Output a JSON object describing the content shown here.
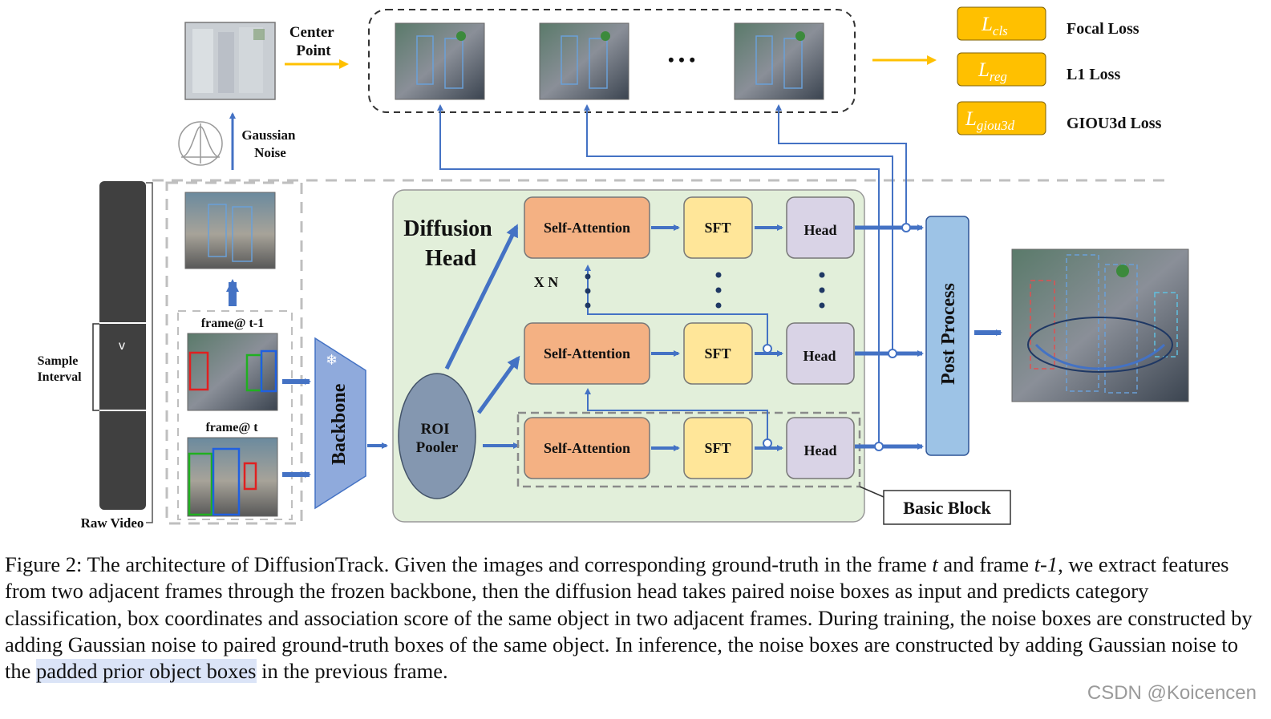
{
  "diagram": {
    "center_point_label": [
      "Center",
      "Point"
    ],
    "gaussian_noise_label": [
      "Gaussian",
      "Noise"
    ],
    "sample_interval_label": [
      "Sample",
      "Interval"
    ],
    "video_bar_marker": "v",
    "raw_video_label": "Raw Video",
    "frame_t1_label": "frame@ t-1",
    "frame_t_label": "frame@ t",
    "backbone_label": "Backbone",
    "diffusion_head_label": [
      "Diffusion",
      "Head"
    ],
    "roi_pooler_label": [
      "ROI",
      "Pooler"
    ],
    "self_attention_label": "Self-Attention",
    "sft_label": "SFT",
    "head_label": "Head",
    "repeat_label": "X N",
    "post_process_label": "Post Process",
    "basic_block_label": "Basic Block",
    "ellipsis": "• • •",
    "losses": [
      {
        "symbol": "L",
        "sub": "cls",
        "name": "Focal Loss"
      },
      {
        "symbol": "L",
        "sub": "reg",
        "name": "L1 Loss"
      },
      {
        "symbol": "L",
        "sub": "giou3d",
        "name": "GIOU3d Loss"
      }
    ]
  },
  "caption": {
    "part1": "Figure 2: The architecture of DiffusionTrack. Given the images and corresponding ground-truth in the frame ",
    "t_italic": "t",
    "part2": " and frame ",
    "t1_italic": "t-1",
    "part3": ", we extract features from two adjacent frames through the frozen backbone, then the diffusion head takes paired noise boxes as input and predicts category classification, box coordinates and association score of the same object in two adjacent frames. During training, the noise boxes are constructed by adding Gaussian noise to paired ground-truth boxes of the same object. In inference, the noise boxes are constructed by adding Gaussian noise to the ",
    "highlight": "padded prior object boxes",
    "part4": " in the previous frame."
  },
  "watermark": "CSDN @Koicencen",
  "colors": {
    "arrow_blue": "#4472c4",
    "self_attention": "#f4b183",
    "sft": "#ffe699",
    "head": "#d9d3e6",
    "diffusion_bg": "#e2efda",
    "post_process": "#9dc3e6",
    "loss_box": "#ffc000",
    "roi": "#8497b0",
    "backbone": "#8faadc",
    "video_bar": "#404040"
  }
}
